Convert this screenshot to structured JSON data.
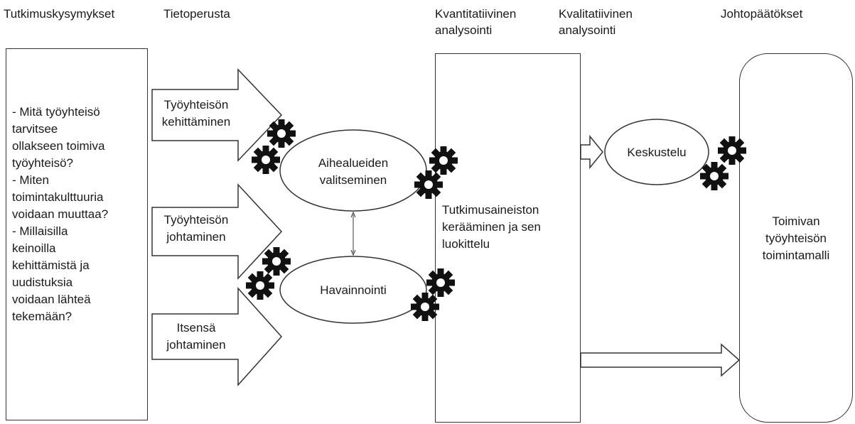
{
  "columns": {
    "research_questions": "Tutkimuskysymykset",
    "knowledge_base": "Tietoperusta",
    "quantitative": "Kvantitatiivinen\nanalysointi",
    "qualitative": "Kvalitatiivinen\nanalysointi",
    "conclusions": "Johtopäätökset"
  },
  "questions_text": "- Mitä työyhteisö\ntarvitsee\nollakseen toimiva\ntyöyhteisö?\n- Miten\ntoimintakulttuuria\nvoidaan muuttaa?\n- Millaisilla\nkeinoilla\nkehittämistä ja\nuudistuksia\nvoidaan lähteä\ntekemään?",
  "arrows": [
    "Työyhteisön\nkehittäminen",
    "Työyhteisön\njohtaminen",
    "Itsensä\njohtaminen"
  ],
  "ellipses": {
    "topic_selection": "Aihealueiden\nvalitseminen",
    "observation": "Havainnointi",
    "discussion": "Keskustelu"
  },
  "data_collection": "Tutkimusaineiston\nkerääminen ja sen\nluokittelu",
  "result": "Toimivan\ntyöyhteisön\ntoimintamalli",
  "colors": {
    "stroke": "#333333",
    "gear": "#111111",
    "background": "#ffffff"
  },
  "icons": [
    "gear-icon"
  ]
}
